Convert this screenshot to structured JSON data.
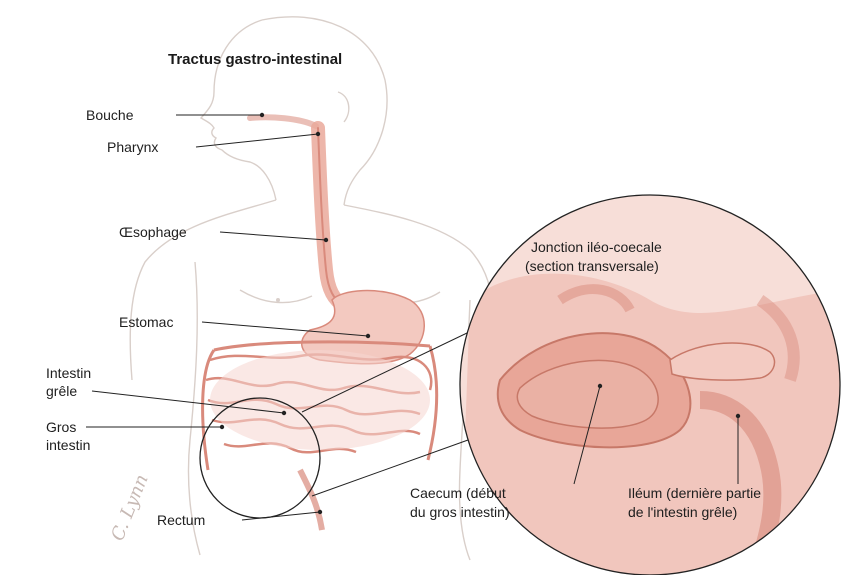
{
  "title": "Tractus gastro-intestinal",
  "labels": {
    "mouth": "Bouche",
    "pharynx": "Pharynx",
    "esophagus": "Œsophage",
    "stomach": "Estomac",
    "small_intestine_1": "Intestin",
    "small_intestine_2": "grêle",
    "large_intestine_1": "Gros",
    "large_intestine_2": "intestin",
    "rectum": "Rectum"
  },
  "inset": {
    "title_1": "Jonction iléo-coecale",
    "title_2": "(section transversale)",
    "caecum_1": "Caecum (début",
    "caecum_2": "du gros intestin)",
    "ileum_1": "Iléum (dernière partie",
    "ileum_2": "de l'intestin grêle)"
  },
  "signature": "C. Lynn",
  "colors": {
    "tissue": "#f3cfc7",
    "tube": "#d98a7c",
    "outline": "#d9cfca",
    "leader": "#222222"
  }
}
